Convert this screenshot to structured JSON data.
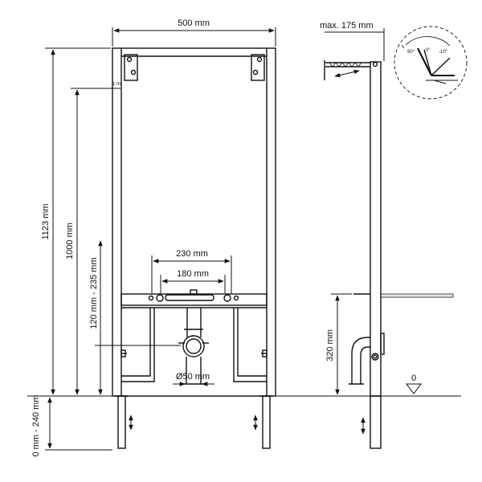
{
  "labels": {
    "width": "500 mm",
    "max_depth": "max. 175 mm",
    "total_height": "1123 mm",
    "height_1000": "1000 mm",
    "height_range": "120 mm - 235 mm",
    "floor_range": "0 mm - 240 mm",
    "outer_spacing": "230 mm",
    "inner_spacing": "180 mm",
    "pipe_diameter": "Ø50 mm",
    "side_height": "320 mm",
    "zero_level": "0",
    "one_m_marker": "1 m",
    "angle_a": "90°",
    "angle_b": "0°",
    "angle_c": "-10°"
  },
  "colors": {
    "line": "#111111",
    "grey": "#777777",
    "light": "#bbbbbb"
  }
}
